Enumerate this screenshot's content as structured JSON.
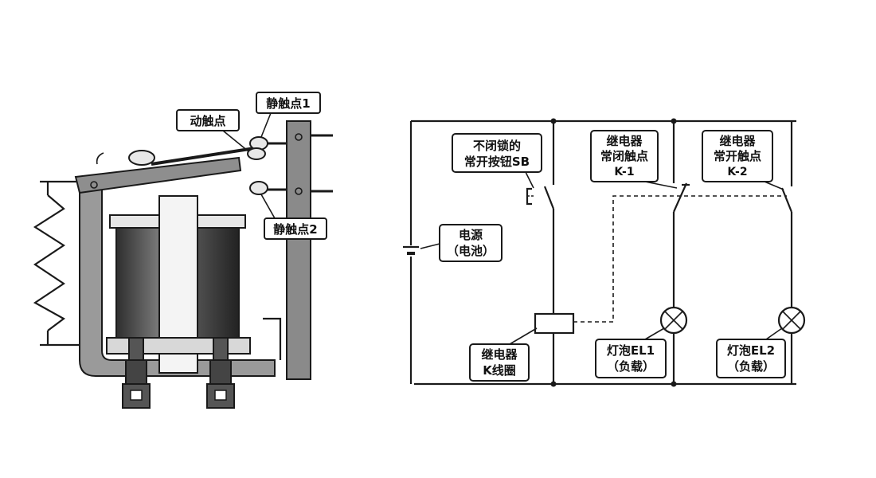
{
  "relay_labels": {
    "moving_contact": "动触点",
    "static_contact_1": "静触点1",
    "static_contact_2": "静触点2"
  },
  "circuit_labels": {
    "button": [
      "不闭锁的",
      "常开按钮SB"
    ],
    "power": [
      "电源",
      "（电池）"
    ],
    "nc_contact": [
      "继电器",
      "常闭触点",
      "K-1"
    ],
    "no_contact": [
      "继电器",
      "常开触点",
      "K-2"
    ],
    "coil": [
      "继电器",
      "K线圈"
    ],
    "lamp1": [
      "灯泡EL1",
      "（负载）"
    ],
    "lamp2": [
      "灯泡EL2",
      "（负载）"
    ]
  }
}
